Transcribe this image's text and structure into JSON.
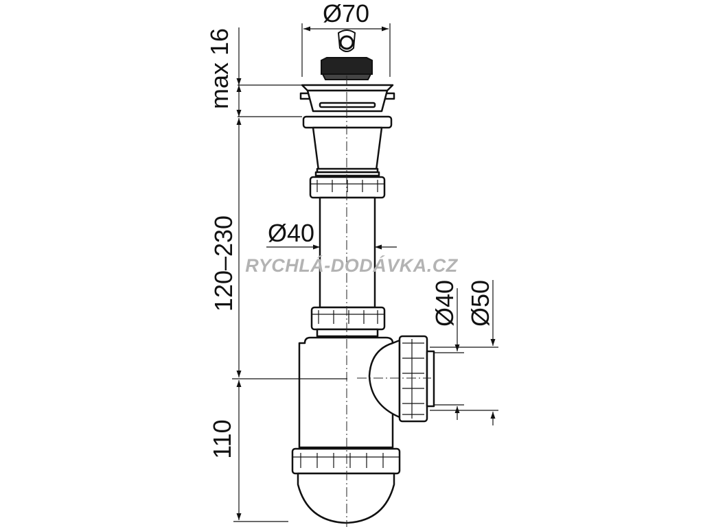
{
  "dimensions": {
    "top_diameter": "Ø70",
    "max_height": "max 16",
    "adjustable_height": "120–230",
    "pipe_diameter": "Ø40",
    "bottom_height": "110",
    "outlet_inner_diameter": "Ø40",
    "outlet_outer_diameter": "Ø50"
  },
  "watermark": "RYCHLÁ-DODÁVKA.CZ",
  "colors": {
    "line": "#111111",
    "watermark": "#b3b3b3",
    "plug": "#222222"
  }
}
